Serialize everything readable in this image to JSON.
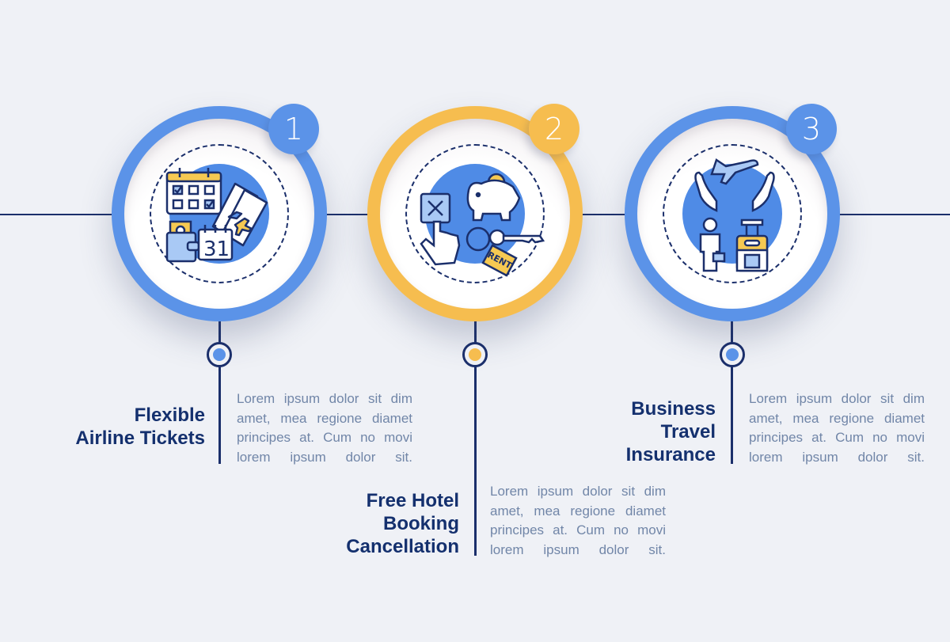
{
  "colors": {
    "background": "#eff1f6",
    "line": "#1b2f6b",
    "blue_accent": "#5b93e8",
    "yellow_accent": "#f6bd4f",
    "title_text": "#14306e",
    "body_text": "#7186a8"
  },
  "steps": [
    {
      "number": "1",
      "title_lines": [
        "Flexible",
        "Airline Tickets"
      ],
      "description": "Lorem ipsum dolor sit dim amet, mea regione diamet principes at. Cum no movi lorem ipsum dolor sit.",
      "accent": "#5b93e8",
      "icon": "calendar-tickets-wallet-icon"
    },
    {
      "number": "2",
      "title_lines": [
        "Free Hotel",
        "Booking",
        "Cancellation"
      ],
      "description": "Lorem ipsum dolor sit dim amet, mea regione diamet principes at. Cum no movi lorem ipsum dolor sit.",
      "accent": "#f6bd4f",
      "icon": "cancel-piggybank-rent-key-icon",
      "key_tag_label": "RENT"
    },
    {
      "number": "3",
      "title_lines": [
        "Business",
        "Travel",
        "Insurance"
      ],
      "description": "Lorem ipsum dolor sit dim amet, mea regione diamet principes at. Cum no movi lorem ipsum dolor sit.",
      "accent": "#5b93e8",
      "icon": "hands-plane-traveler-luggage-icon"
    }
  ]
}
